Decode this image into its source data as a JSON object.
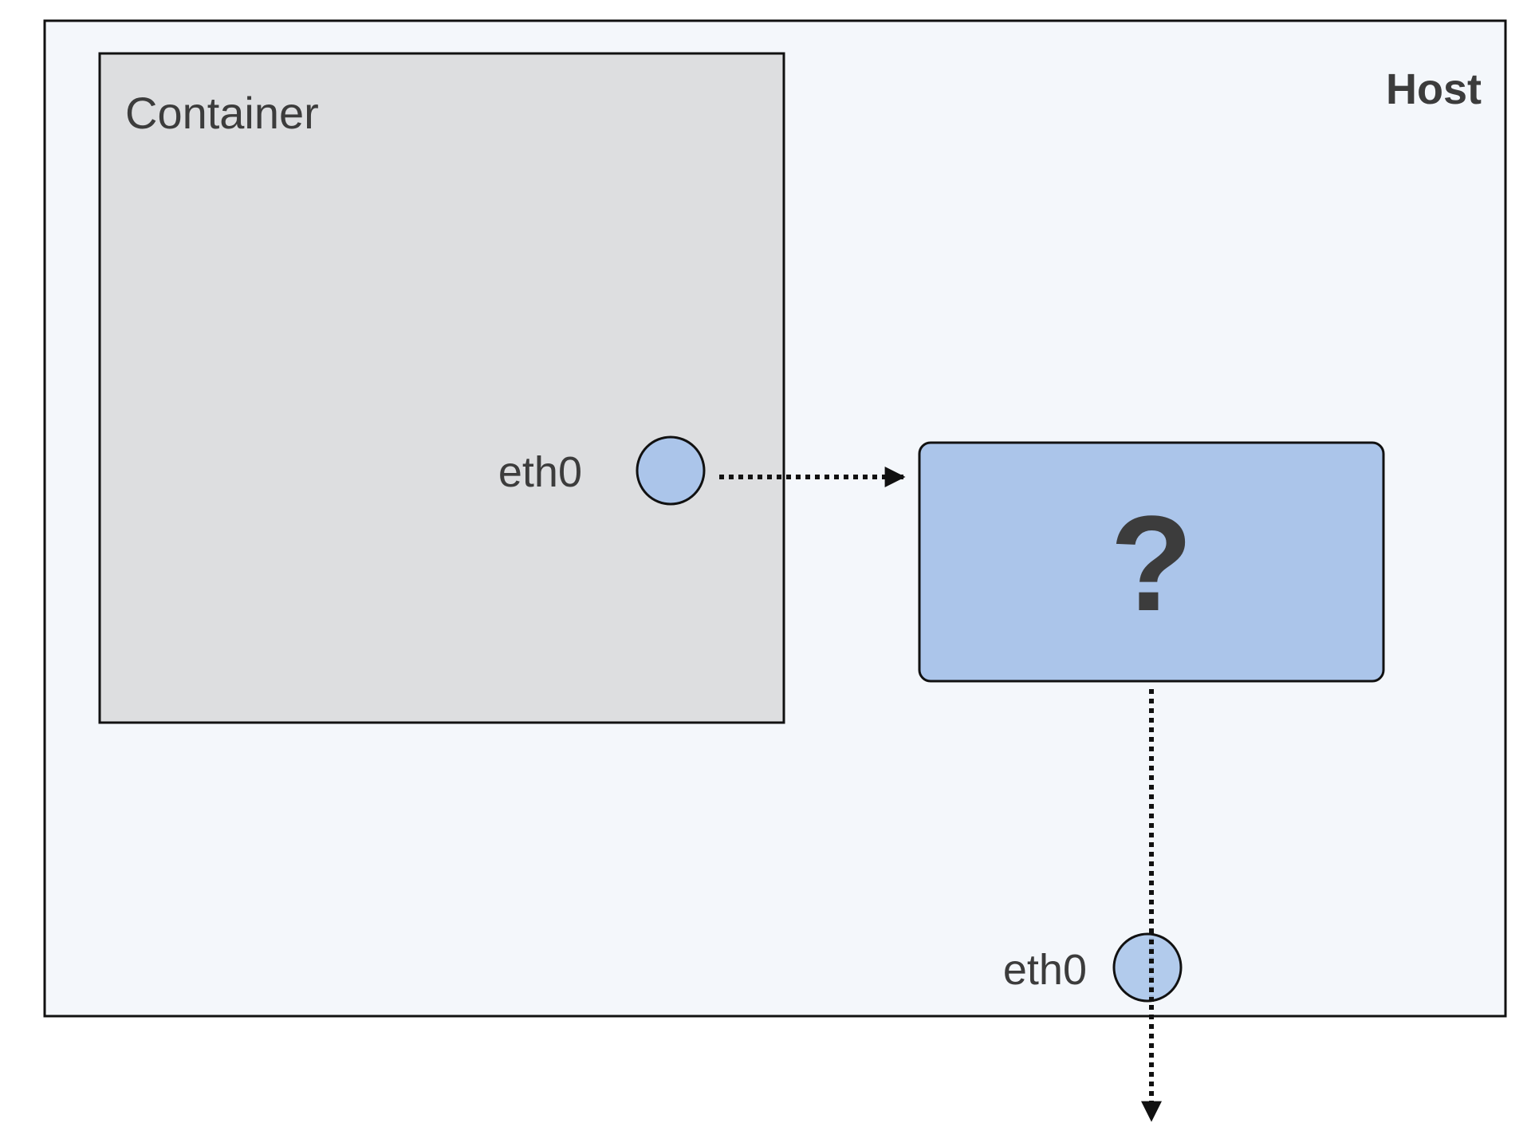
{
  "host": {
    "label": "Host",
    "fill": "#f4f7fb"
  },
  "container": {
    "label": "Container",
    "fill": "#dddee0"
  },
  "container_interface": {
    "label": "eth0",
    "fill": "#abc5ea"
  },
  "unknown_component": {
    "symbol": "?",
    "fill": "#abc5ea",
    "symbol_color": "#f6b83b"
  },
  "host_interface": {
    "label": "eth0",
    "fill": "#abc5ea"
  },
  "stroke_color": "#111111"
}
